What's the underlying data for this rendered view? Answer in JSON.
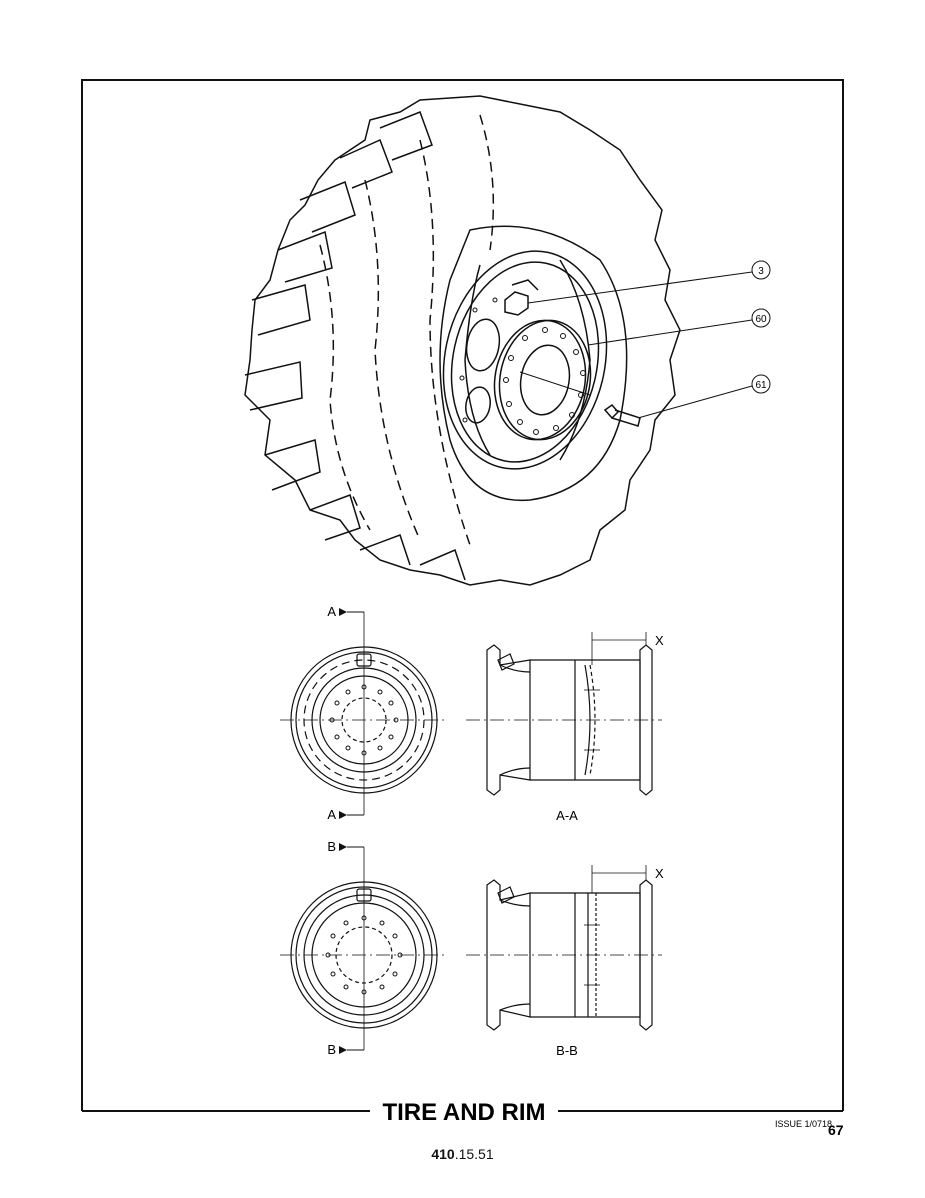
{
  "callouts": [
    "3",
    "60",
    "61"
  ],
  "sections": {
    "a_top": "A",
    "a_bottom": "A",
    "a_label": "A-A",
    "b_top": "B",
    "b_bottom": "B",
    "b_label": "B-B",
    "dim_a": "X",
    "dim_b": "X"
  },
  "title": "TIRE AND RIM",
  "issue": "ISSUE 1/07",
  "issue_suffix": "18",
  "page_number": "67",
  "part_number_bold": "410",
  "part_number_rest": ".15.51"
}
